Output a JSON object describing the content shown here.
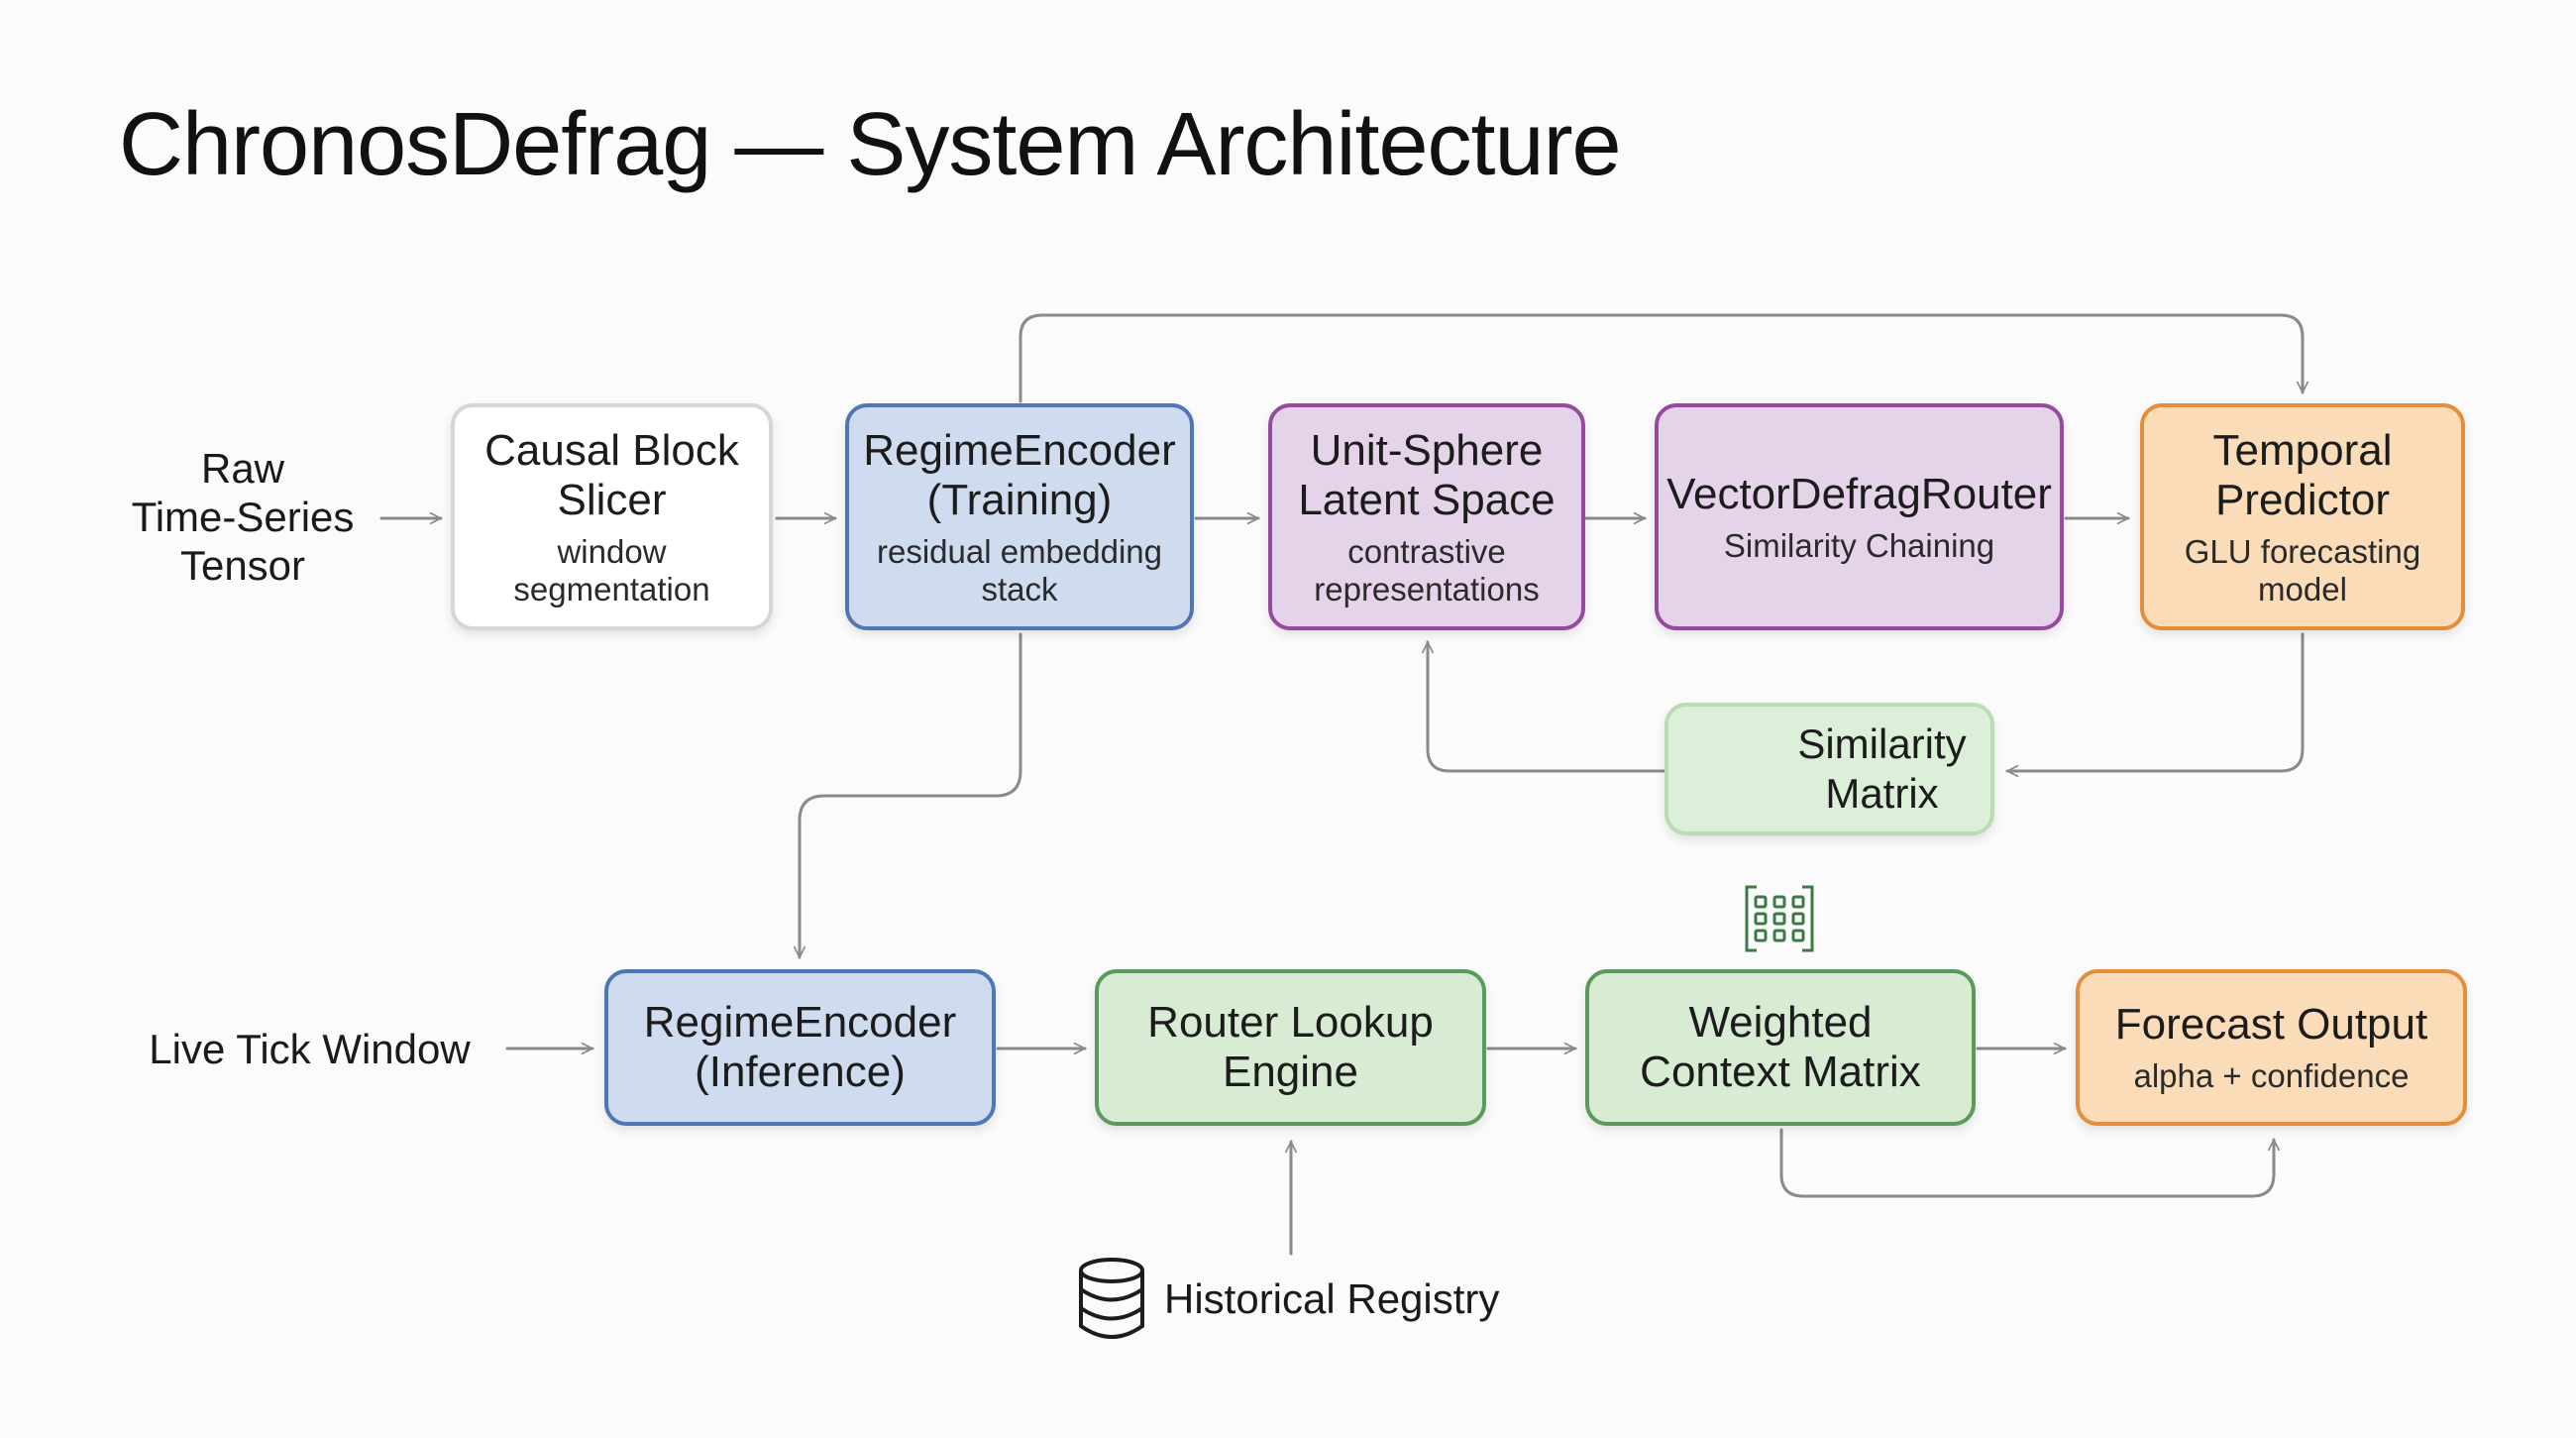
{
  "title": "ChronosDefrag — System Architecture",
  "colors": {
    "white_fill": "#ffffff",
    "blue_fill": "#cfdcf0",
    "blue_border": "#5077b4",
    "purple_fill": "#e5d3ea",
    "purple_border": "#954a9d",
    "orange_fill": "#fbdcb8",
    "orange_border": "#e28e3a",
    "green_fill": "#d8ebd3",
    "green_border": "#5a9a5d",
    "edge": "#8a8a8a"
  },
  "inputs": {
    "raw": "Raw\nTime-Series\nTensor",
    "live": "Live Tick Window"
  },
  "training_row": [
    {
      "id": "causal-block-slicer",
      "title": "Causal Block\nSlicer",
      "subtitle": "window\nsegmentation"
    },
    {
      "id": "regime-encoder-training",
      "title": "RegimeEncoder\n(Training)",
      "subtitle": "residual embedding\nstack"
    },
    {
      "id": "unit-sphere-latent-space",
      "title": "Unit-Sphere\nLatent Space",
      "subtitle": "contrastive\nrepresentations"
    },
    {
      "id": "vector-defrag-router",
      "title": "VectorDefragRouter",
      "subtitle": "Similarity Chaining"
    },
    {
      "id": "temporal-predictor",
      "title": "Temporal\nPredictor",
      "subtitle": "GLU forecasting\nmodel"
    }
  ],
  "similarity_matrix": {
    "title": "Similarity\nMatrix",
    "icon": "matrix-grid-icon"
  },
  "inference_row": [
    {
      "id": "regime-encoder-inference",
      "title": "RegimeEncoder\n(Inference)",
      "subtitle": ""
    },
    {
      "id": "router-lookup-engine",
      "title": "Router Lookup\nEngine",
      "subtitle": ""
    },
    {
      "id": "weighted-context-matrix",
      "title": "Weighted\nContext Matrix",
      "subtitle": "",
      "icon": "matrix-grid-icon"
    },
    {
      "id": "forecast-output",
      "title": "Forecast Output",
      "subtitle": "alpha + confidence"
    }
  ],
  "registry": {
    "label": "Historical Registry",
    "icon": "database-icon"
  }
}
